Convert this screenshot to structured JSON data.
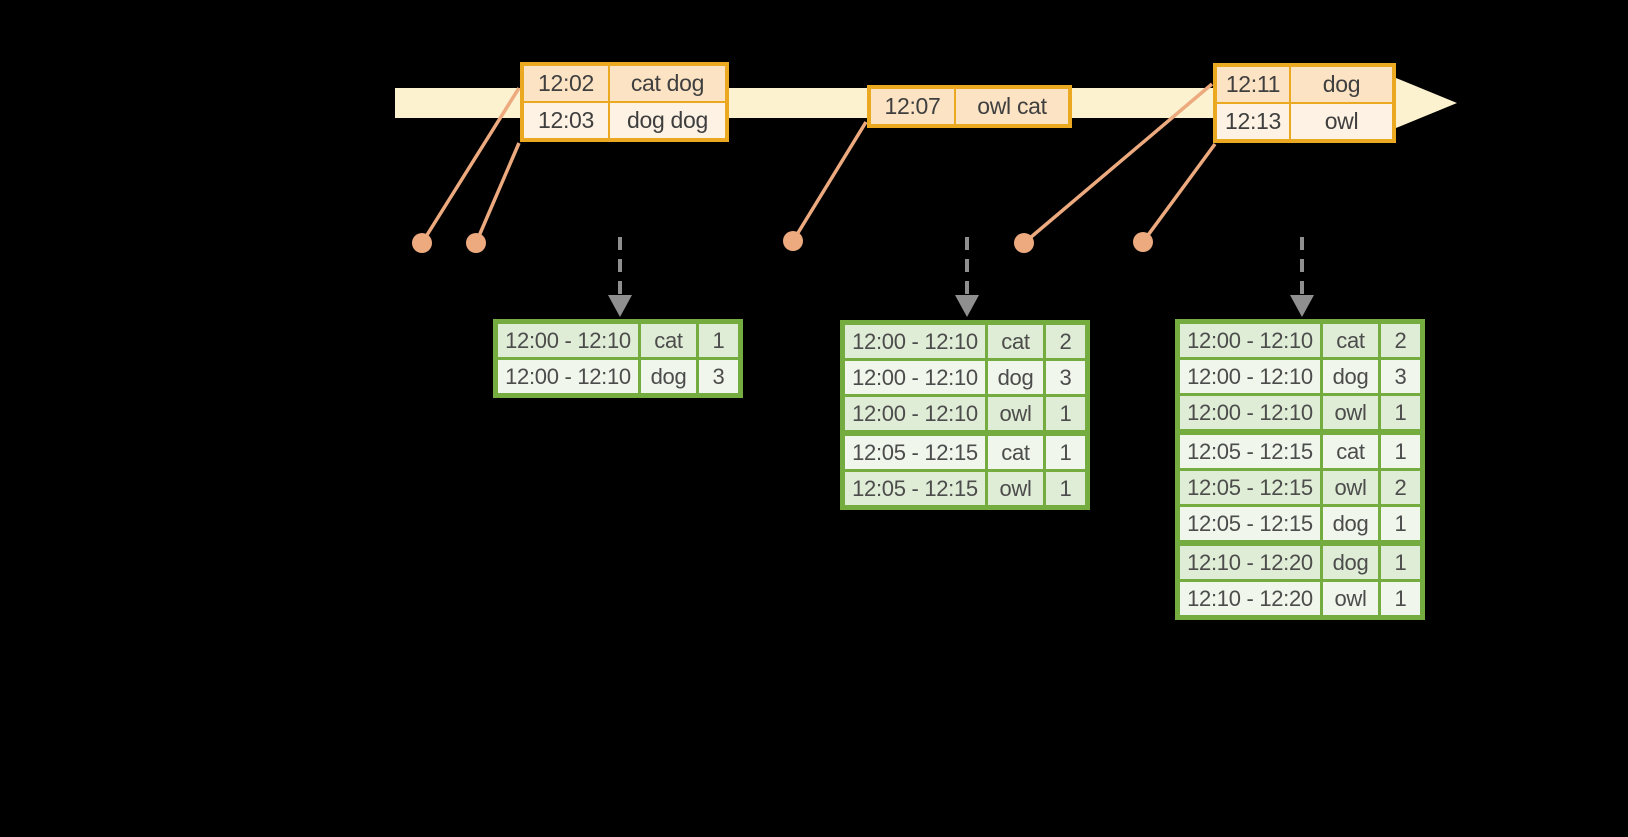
{
  "diagram": {
    "background": "#000000",
    "colors": {
      "timeline_bar": "#fdf2cf",
      "event_border": "#eaa921",
      "event_row_dark": "#fbe3c4",
      "event_row_light": "#fdf2e3",
      "event_text": "#3f3f3f",
      "connector": "#ecaa7e",
      "trigger_arrow": "#8f8f8f",
      "result_border": "#74ac40",
      "result_row_tint": "#e0edd6",
      "result_row_light": "#f0f6eb",
      "result_text": "#4c4c4c"
    }
  },
  "event_tables": [
    {
      "name": "events-12-02",
      "rows": [
        {
          "time": "12:02",
          "words": "cat dog",
          "tone": "dark"
        },
        {
          "time": "12:03",
          "words": "dog dog",
          "tone": "light"
        }
      ]
    },
    {
      "name": "events-12-07",
      "rows": [
        {
          "time": "12:07",
          "words": "owl cat",
          "tone": "dark"
        }
      ]
    },
    {
      "name": "events-12-11",
      "rows": [
        {
          "time": "12:11",
          "words": "dog",
          "tone": "dark"
        },
        {
          "time": "12:13",
          "words": "owl",
          "tone": "light"
        }
      ]
    }
  ],
  "result_tables": [
    {
      "name": "counts-after-first-trigger",
      "rows": [
        {
          "window": "12:00 - 12:10",
          "word": "cat",
          "count": "1"
        },
        {
          "window": "12:00 - 12:10",
          "word": "dog",
          "count": "3"
        }
      ]
    },
    {
      "name": "counts-after-second-trigger",
      "rows": [
        {
          "window": "12:00 - 12:10",
          "word": "cat",
          "count": "2"
        },
        {
          "window": "12:00 - 12:10",
          "word": "dog",
          "count": "3"
        },
        {
          "window": "12:00 - 12:10",
          "word": "owl",
          "count": "1"
        },
        {
          "window": "12:05 - 12:15",
          "word": "cat",
          "count": "1",
          "group_start": true
        },
        {
          "window": "12:05 - 12:15",
          "word": "owl",
          "count": "1"
        }
      ]
    },
    {
      "name": "counts-after-third-trigger",
      "rows": [
        {
          "window": "12:00 - 12:10",
          "word": "cat",
          "count": "2"
        },
        {
          "window": "12:00 - 12:10",
          "word": "dog",
          "count": "3"
        },
        {
          "window": "12:00 - 12:10",
          "word": "owl",
          "count": "1"
        },
        {
          "window": "12:05 - 12:15",
          "word": "cat",
          "count": "1",
          "group_start": true
        },
        {
          "window": "12:05 - 12:15",
          "word": "owl",
          "count": "2"
        },
        {
          "window": "12:05 - 12:15",
          "word": "dog",
          "count": "1"
        },
        {
          "window": "12:10 - 12:20",
          "word": "dog",
          "count": "1",
          "group_start": true
        },
        {
          "window": "12:10 - 12:20",
          "word": "owl",
          "count": "1"
        }
      ]
    }
  ]
}
